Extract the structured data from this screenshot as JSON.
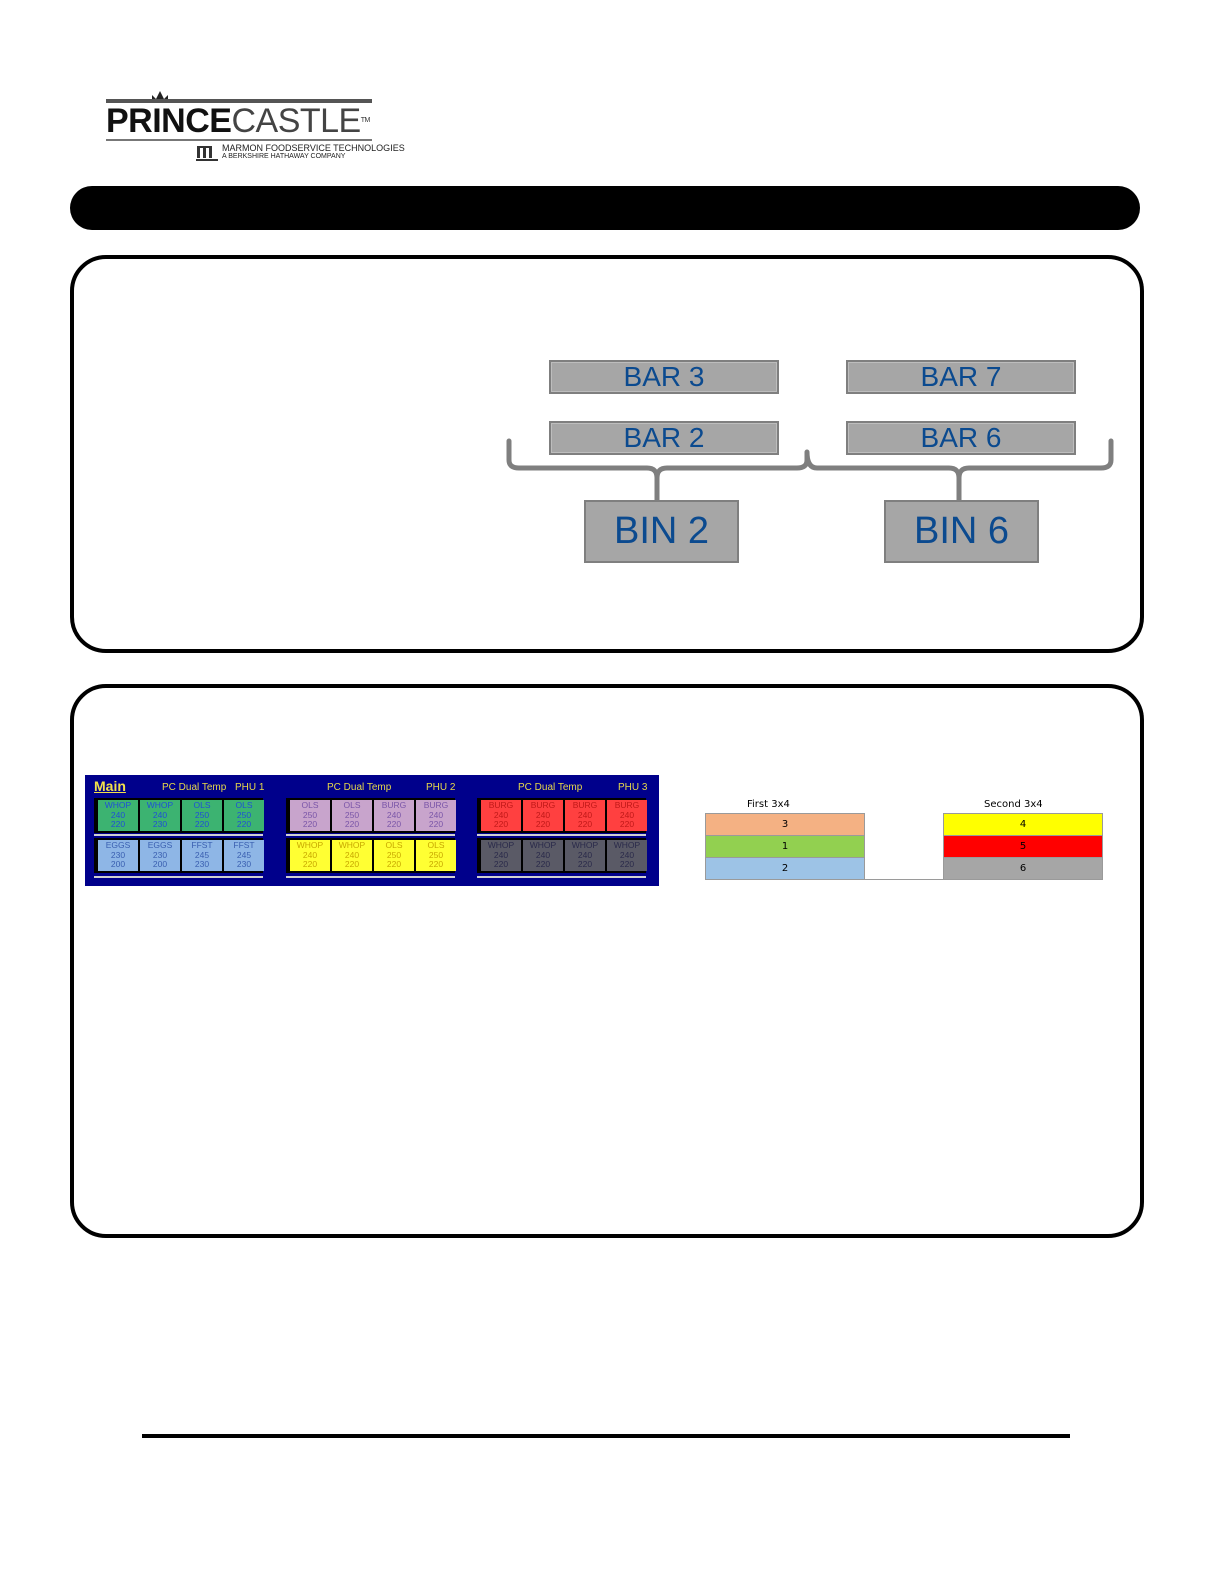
{
  "logo": {
    "brand_bold": "PRINCE",
    "brand_light": "CASTLE",
    "trademark": "TM",
    "mark_text": "MARMON",
    "sub1": "MARMON FOODSERVICE TECHNOLOGIES",
    "sub2": "A BERKSHIRE HATHAWAY COMPANY"
  },
  "diagram": {
    "bars": [
      "BAR 3",
      "BAR 7",
      "BAR 2",
      "BAR 6"
    ],
    "bins": [
      "BIN 2",
      "BIN 6"
    ]
  },
  "phu_screen": {
    "main_label": "Main",
    "background": "#00008b",
    "headers": [
      {
        "title": "PC Dual Temp",
        "unit": "PHU 1"
      },
      {
        "title": "PC Dual Temp",
        "unit": "PHU 2"
      },
      {
        "title": "PC Dual Temp",
        "unit": "PHU 3"
      }
    ],
    "units": [
      {
        "rows": [
          {
            "fill": "#3cb371",
            "text_color": "#1f4fd6",
            "cells": [
              {
                "name": "WHOP",
                "t1": "240",
                "t2": "220"
              },
              {
                "name": "WHOP",
                "t1": "240",
                "t2": "230"
              },
              {
                "name": "OLS",
                "t1": "250",
                "t2": "220"
              },
              {
                "name": "OLS",
                "t1": "250",
                "t2": "220"
              }
            ]
          },
          {
            "fill": "#8eb6e6",
            "text_color": "#3a5fb0",
            "cells": [
              {
                "name": "EGGS",
                "t1": "230",
                "t2": "200"
              },
              {
                "name": "EGGS",
                "t1": "230",
                "t2": "200"
              },
              {
                "name": "FFST",
                "t1": "245",
                "t2": "230"
              },
              {
                "name": "FFST",
                "t1": "245",
                "t2": "230"
              }
            ]
          }
        ]
      },
      {
        "rows": [
          {
            "fill": "#c8a4cc",
            "text_color": "#7a55a8",
            "cells": [
              {
                "name": "OLS",
                "t1": "250",
                "t2": "220"
              },
              {
                "name": "OLS",
                "t1": "250",
                "t2": "220"
              },
              {
                "name": "BURG",
                "t1": "240",
                "t2": "220"
              },
              {
                "name": "BURG",
                "t1": "240",
                "t2": "220"
              }
            ]
          },
          {
            "fill": "#ffff33",
            "text_color": "#c8a800",
            "cells": [
              {
                "name": "WHOP",
                "t1": "240",
                "t2": "220"
              },
              {
                "name": "WHOP",
                "t1": "240",
                "t2": "220"
              },
              {
                "name": "OLS",
                "t1": "250",
                "t2": "220"
              },
              {
                "name": "OLS",
                "t1": "250",
                "t2": "220"
              }
            ]
          }
        ]
      },
      {
        "rows": [
          {
            "fill": "#ff4040",
            "text_color": "#c01818",
            "cells": [
              {
                "name": "BURG",
                "t1": "240",
                "t2": "220"
              },
              {
                "name": "BURG",
                "t1": "240",
                "t2": "220"
              },
              {
                "name": "BURG",
                "t1": "240",
                "t2": "220"
              },
              {
                "name": "BURG",
                "t1": "240",
                "t2": "220"
              }
            ]
          },
          {
            "fill": "#5a5a66",
            "text_color": "#2a2a4a",
            "cells": [
              {
                "name": "WHOP",
                "t1": "240",
                "t2": "220"
              },
              {
                "name": "WHOP",
                "t1": "240",
                "t2": "220"
              },
              {
                "name": "WHOP",
                "t1": "240",
                "t2": "220"
              },
              {
                "name": "WHOP",
                "t1": "240",
                "t2": "220"
              }
            ]
          }
        ]
      }
    ]
  },
  "grid": {
    "first_label": "First 3x4",
    "second_label": "Second 3x4",
    "first": [
      {
        "value": "3",
        "color": "#f4b183"
      },
      {
        "value": "1",
        "color": "#92d050"
      },
      {
        "value": "2",
        "color": "#9dc3e6"
      }
    ],
    "second": [
      {
        "value": "4",
        "color": "#ffff00"
      },
      {
        "value": "5",
        "color": "#ff0000"
      },
      {
        "value": "6",
        "color": "#a6a6a6"
      }
    ]
  }
}
